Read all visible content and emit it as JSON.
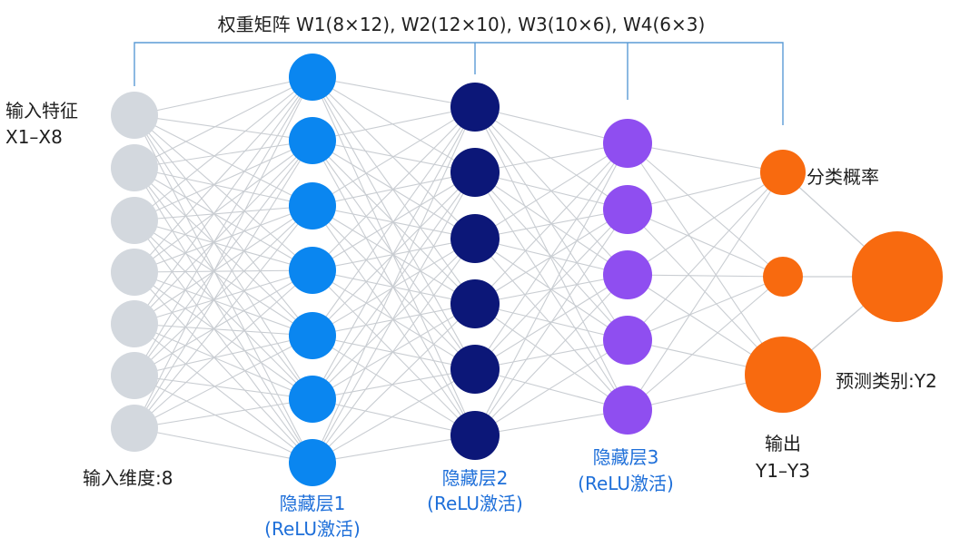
{
  "title": "权重矩阵 W1(8×12), W2(12×10), W3(10×6), W4(6×3)",
  "input": {
    "label_line1": "输入特征",
    "label_line2": "X1–X8",
    "dimension_label": "输入维度:8",
    "node_color": "#d3d8de"
  },
  "hidden1": {
    "label_line1": "隐藏层1",
    "label_line2": "(ReLU激活)",
    "node_color": "#0a86f0"
  },
  "hidden2": {
    "label_line1": "隐藏层2",
    "label_line2": "(ReLU激活)",
    "node_color": "#0c1778"
  },
  "hidden3": {
    "label_line1": "隐藏层3",
    "label_line2": "(ReLU激活)",
    "node_color": "#8f4ef0"
  },
  "output": {
    "probability_label": "分类概率",
    "label_line1": "输出",
    "label_line2": "Y1–Y3",
    "node_color": "#f86a0f"
  },
  "prediction": {
    "label": "预测类别:Y2",
    "node_color": "#f86a0f"
  },
  "colors": {
    "connection": "#c9cdd2",
    "bracket": "#5b9bd5",
    "label_blue": "#1e6fd9",
    "label_dark": "#1f1f1f"
  }
}
